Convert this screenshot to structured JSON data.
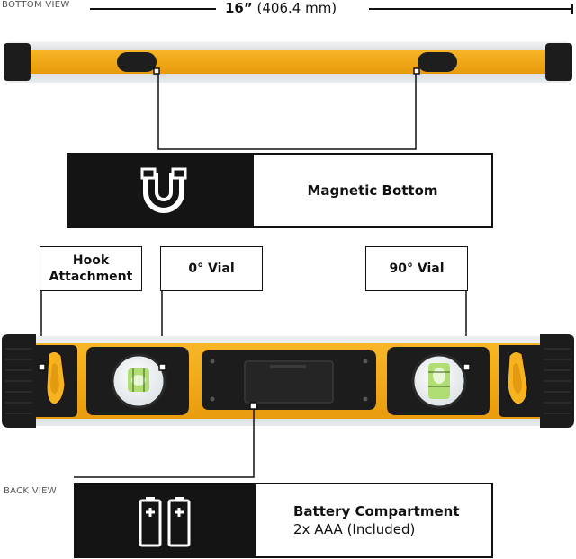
{
  "views": {
    "bottom": "BOTTOM VIEW",
    "back": "BACK VIEW"
  },
  "dimension": {
    "inches": "16”",
    "mm": "(406.4  mm)"
  },
  "features": {
    "magnetic": {
      "title": "Magnetic Bottom",
      "icon": "magnet-icon"
    },
    "hook": {
      "line1": "Hook",
      "line2": "Attachment"
    },
    "vial0": {
      "label": "0° Vial"
    },
    "vial90": {
      "label": "90° Vial"
    },
    "battery": {
      "title": "Battery Compartment",
      "subtitle": "2x AAA (Included)",
      "icon": "battery-icon"
    }
  },
  "colors": {
    "body": "#f5a916",
    "rubber": "#1c1c1c",
    "frame": "#cfd3d6",
    "vial": "#8fd14f"
  }
}
